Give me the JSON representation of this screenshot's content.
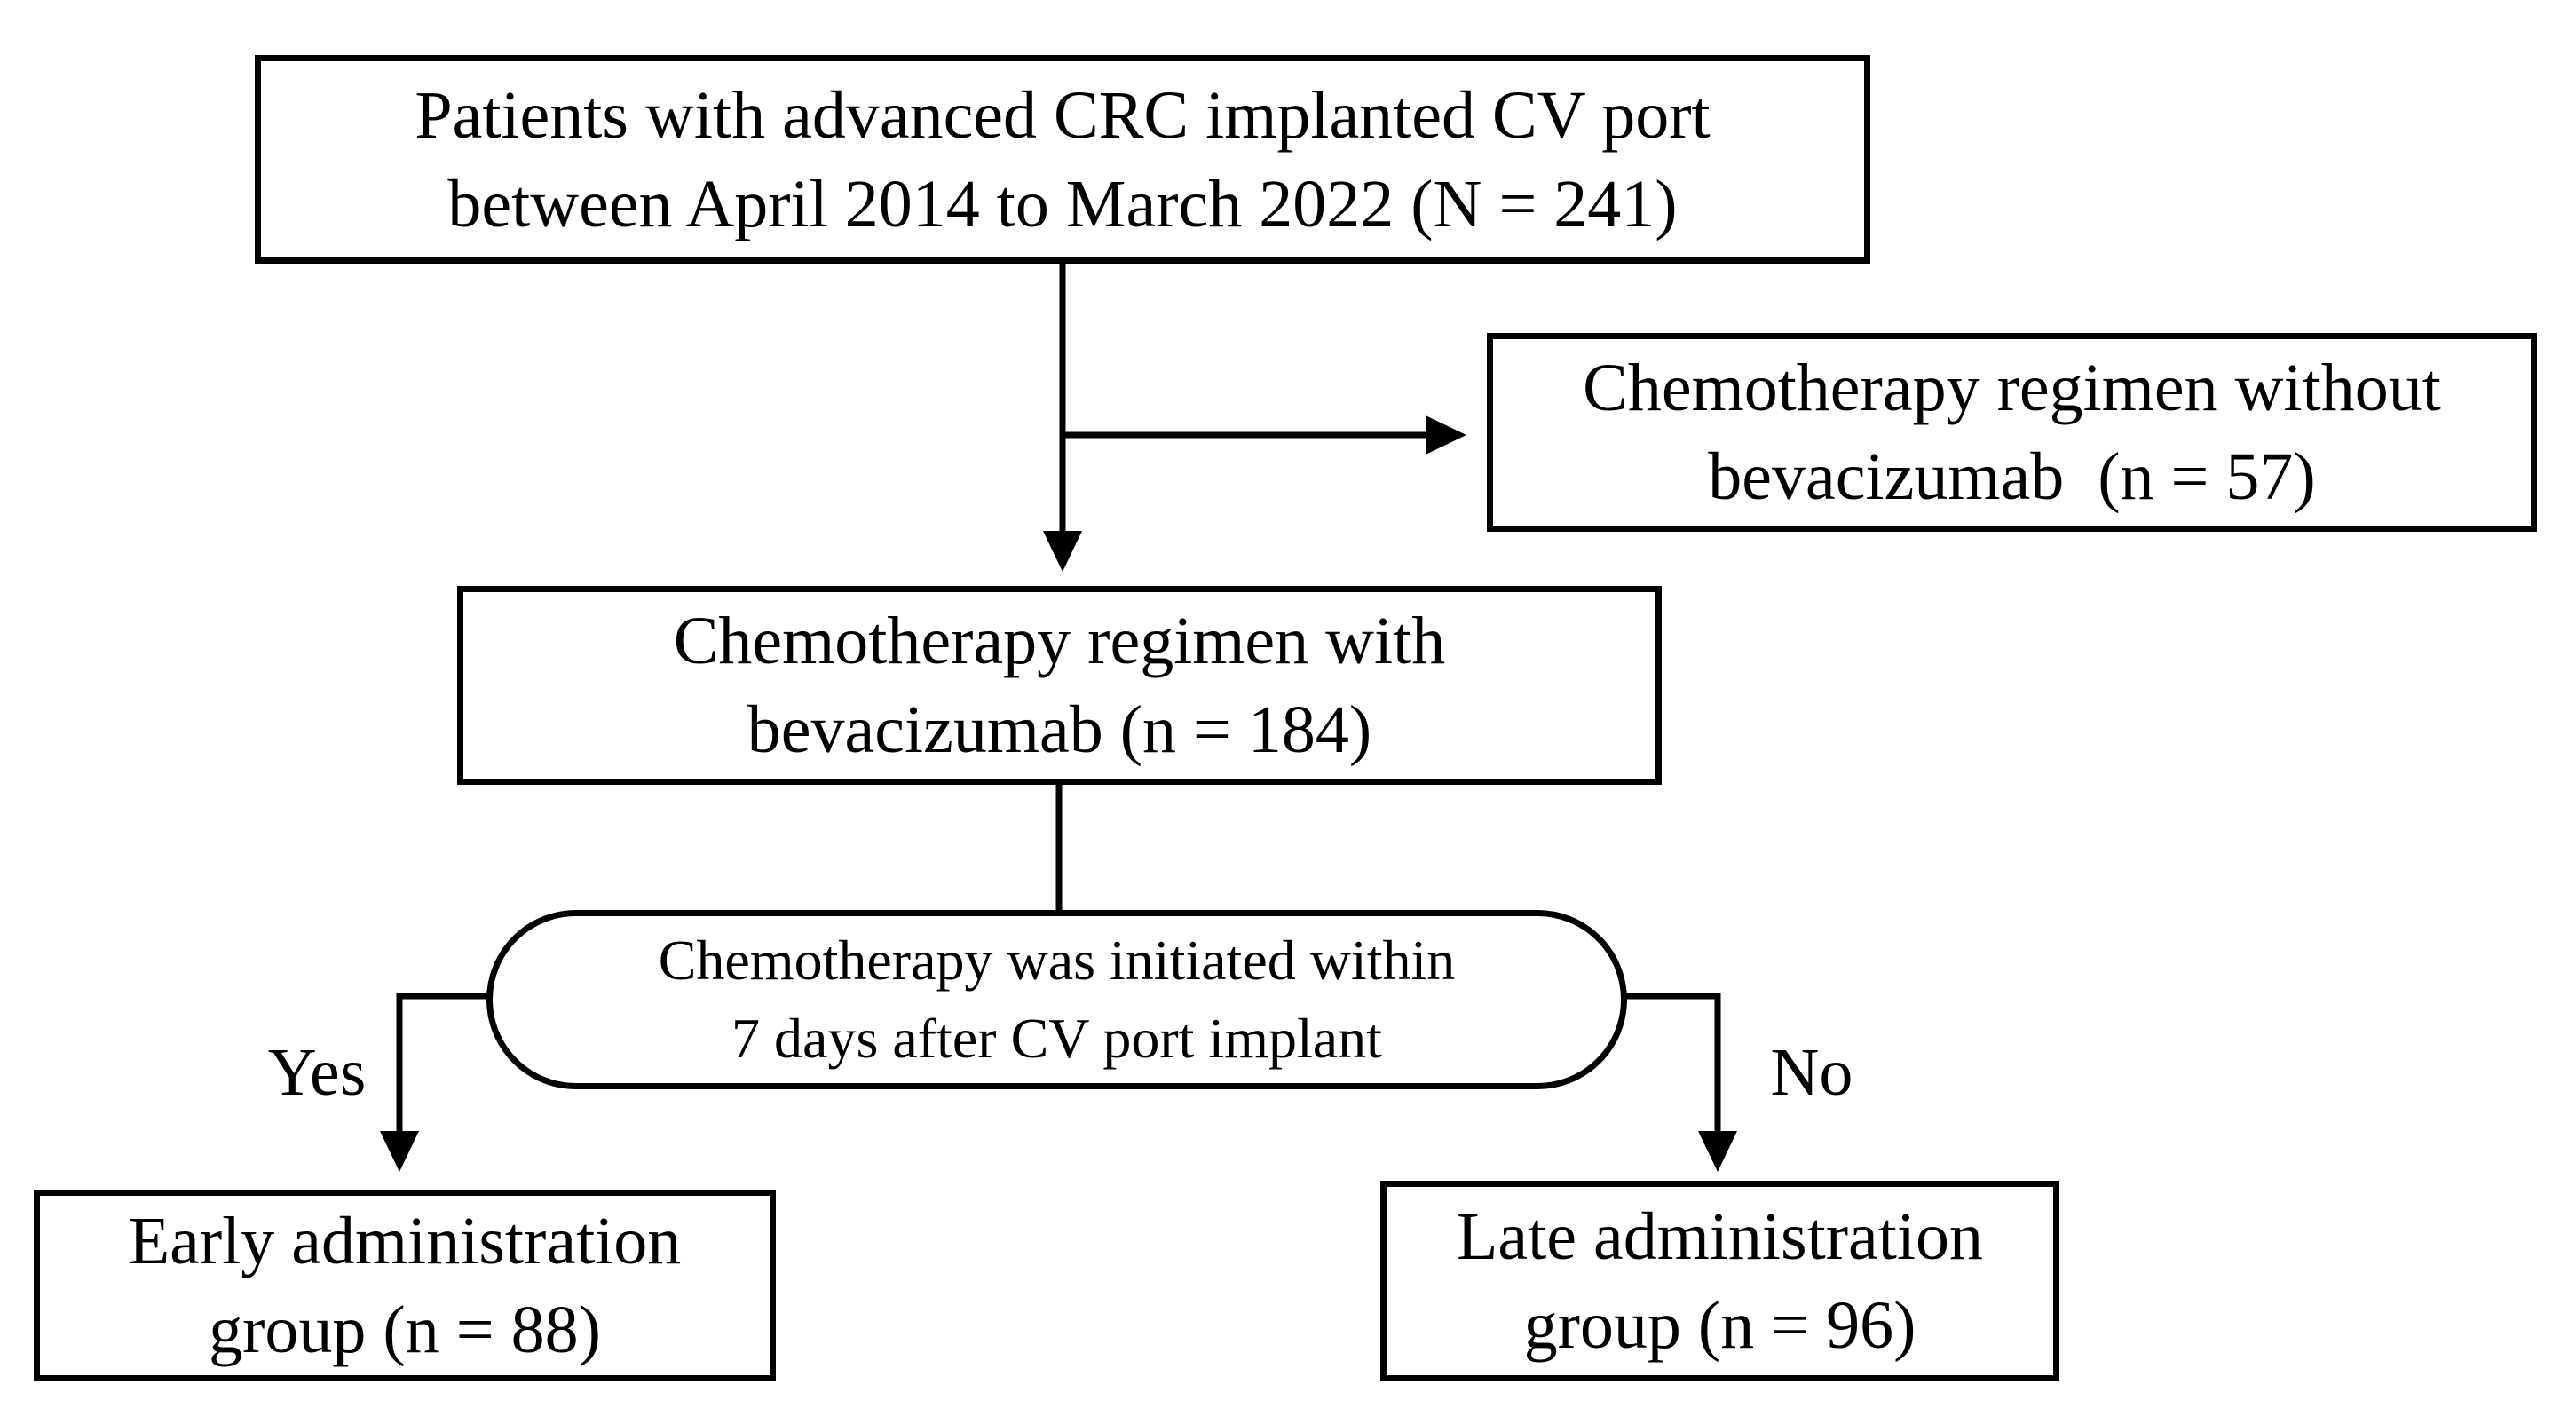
{
  "figure": {
    "type": "flowchart",
    "background": "#ffffff",
    "line_color": "#000000",
    "text_color": "#000000"
  },
  "nodes": {
    "source": {
      "text": "Patients with advanced CRC implanted CV port\nbetween April 2014 to March 2022 (N = 241)"
    },
    "excluded": {
      "text": "Chemotherapy regimen without\nbevacizumab  (n = 57)"
    },
    "included": {
      "text": "Chemotherapy regimen with\nbevacizumab (n = 184)"
    },
    "decision": {
      "text": "Chemotherapy was initiated within\n7 days after CV port implant"
    },
    "early": {
      "text": "Early administration\ngroup (n = 88)"
    },
    "late": {
      "text": "Late administration\ngroup (n = 96)"
    }
  },
  "edge_labels": {
    "yes": "Yes",
    "no": "No"
  }
}
